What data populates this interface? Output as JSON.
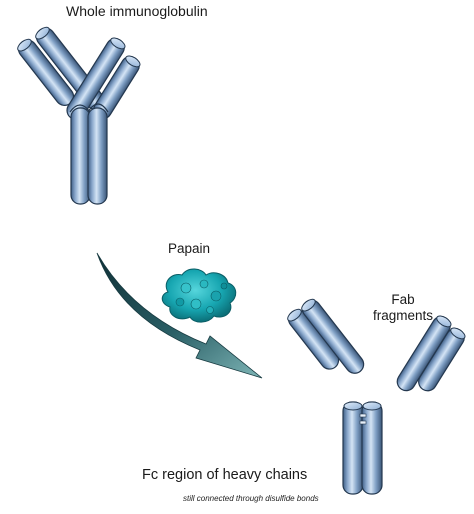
{
  "labels": {
    "whole": "Whole immunoglobulin",
    "papain": "Papain",
    "fab_line1": "Fab",
    "fab_line2": "fragments",
    "fc": "Fc region of heavy chains",
    "fc_sub": "still connected through disulfide bonds"
  },
  "colors": {
    "chain_light": "#c6dbf1",
    "chain_mid": "#7f9fc4",
    "chain_dark": "#3f5f87",
    "chain_outline": "#24384f",
    "papain": "#17a6b1",
    "arrow_dark": "#1c4a52",
    "arrow_light": "#6ea5a7"
  },
  "icons": {
    "antibody": "y-shaped-immunoglobulin-icon",
    "enzyme": "papain-blob-icon",
    "arrow": "curved-arrow-icon"
  }
}
